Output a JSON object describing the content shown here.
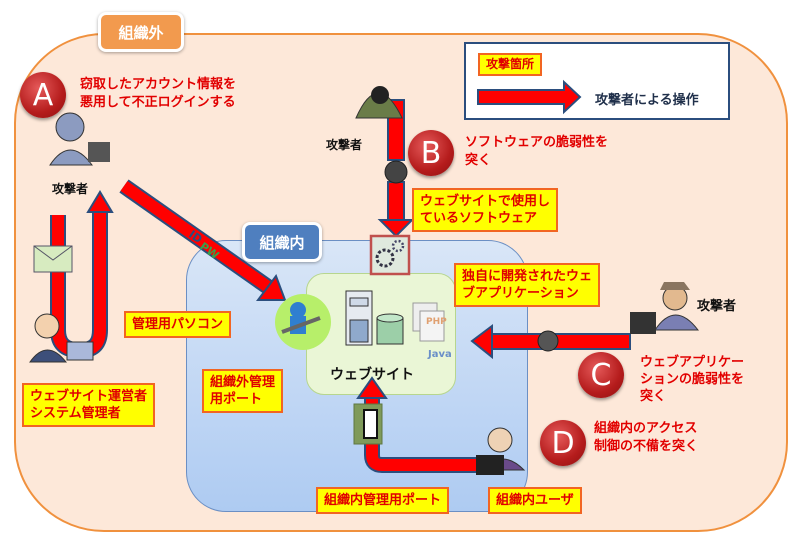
{
  "zones": {
    "outside_org": "組織外",
    "inside_org": "組織内",
    "website": "ウェブサイト"
  },
  "legend": {
    "callout_label": "攻撃箇所",
    "arrow_label": "攻撃者による操作"
  },
  "attacks": [
    {
      "letter": "A",
      "description_lines": [
        "窃取したアカウント情報を",
        "悪用して不正ログインする"
      ],
      "actor": "攻撃者"
    },
    {
      "letter": "B",
      "description_lines": [
        "ソフトウェアの脆弱性を",
        "突く"
      ],
      "actor": "攻撃者"
    },
    {
      "letter": "C",
      "description_lines": [
        "ウェブアプリケー",
        "ションの脆弱性を",
        "突く"
      ],
      "actor": "攻撃者"
    },
    {
      "letter": "D",
      "description_lines": [
        "組織内のアクセス",
        "制御の不備を突く"
      ],
      "actor": "組織内ユーザ"
    }
  ],
  "callouts": {
    "admin_pc": "管理用パソコン",
    "operator": [
      "ウェブサイト運営者",
      "システム管理者"
    ],
    "external_port": [
      "組織外管理",
      "用ポート"
    ],
    "software": [
      "ウェブサイトで使用し",
      "ているソフトウェア"
    ],
    "webapp": [
      "独自に開発されたウェ",
      "ブアプリケーション"
    ],
    "internal_port": "組織内管理用ポート",
    "internal_user": "組織内ユーザ"
  },
  "credential_labels": {
    "id": "ID",
    "pw": "PW"
  },
  "file_labels": {
    "php": "PHP",
    "java": "Java"
  },
  "colors": {
    "outer_fill": "#fde8d9",
    "outer_border": "#f0913e",
    "inner_fill": "#c4d9f5",
    "attack_arrow": "#ff0000",
    "arrow_border": "#2b4e7e",
    "callout_fill": "#ffff00",
    "badge": "#b51c1c"
  }
}
